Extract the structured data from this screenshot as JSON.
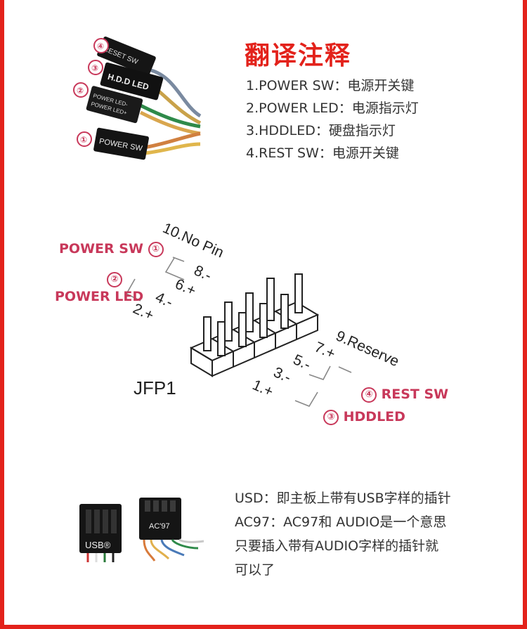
{
  "title": "翻译注释",
  "legend": [
    {
      "text": "1.POWER SW：电源开关键"
    },
    {
      "text": "2.POWER LED：电源指示灯"
    },
    {
      "text": "3.HDDLED：硬盘指示灯"
    },
    {
      "text": "4.REST SW：电源开关键"
    }
  ],
  "connector_photo": {
    "markers": [
      "④",
      "③",
      "②",
      "①"
    ],
    "plugs": [
      "RESET SW",
      "H.D.D LED",
      "POWER LED- POWER LED+",
      "POWER SW"
    ]
  },
  "jfp1": {
    "name": "JFP1",
    "pins_left": [
      "10.No Pin",
      "8.-",
      "6.+",
      "4.-",
      "2.+"
    ],
    "pins_right": [
      "9.Reserve",
      "7.+",
      "5.-",
      "3.-",
      "1.+"
    ],
    "labels": {
      "power_sw": {
        "text": "POWER SW",
        "num": "①"
      },
      "power_led": {
        "text": "POWER LED",
        "num": "②"
      },
      "rest_sw": {
        "text": "REST SW",
        "num": "④"
      },
      "hddled": {
        "text": "HDDLED",
        "num": "③"
      }
    },
    "label_color": "#c8385a"
  },
  "usb_photo": {
    "usb_label": "USB®",
    "ac97_label": "AC'97"
  },
  "usb_description": [
    "USD：即主板上带有USB字样的插针",
    "AC97：AC97和 AUDIO是一个意思",
    "只要插入带有AUDIO字样的插针就",
    "可以了"
  ],
  "colors": {
    "accent": "#e3221b",
    "label": "#c8385a",
    "text": "#333333"
  }
}
